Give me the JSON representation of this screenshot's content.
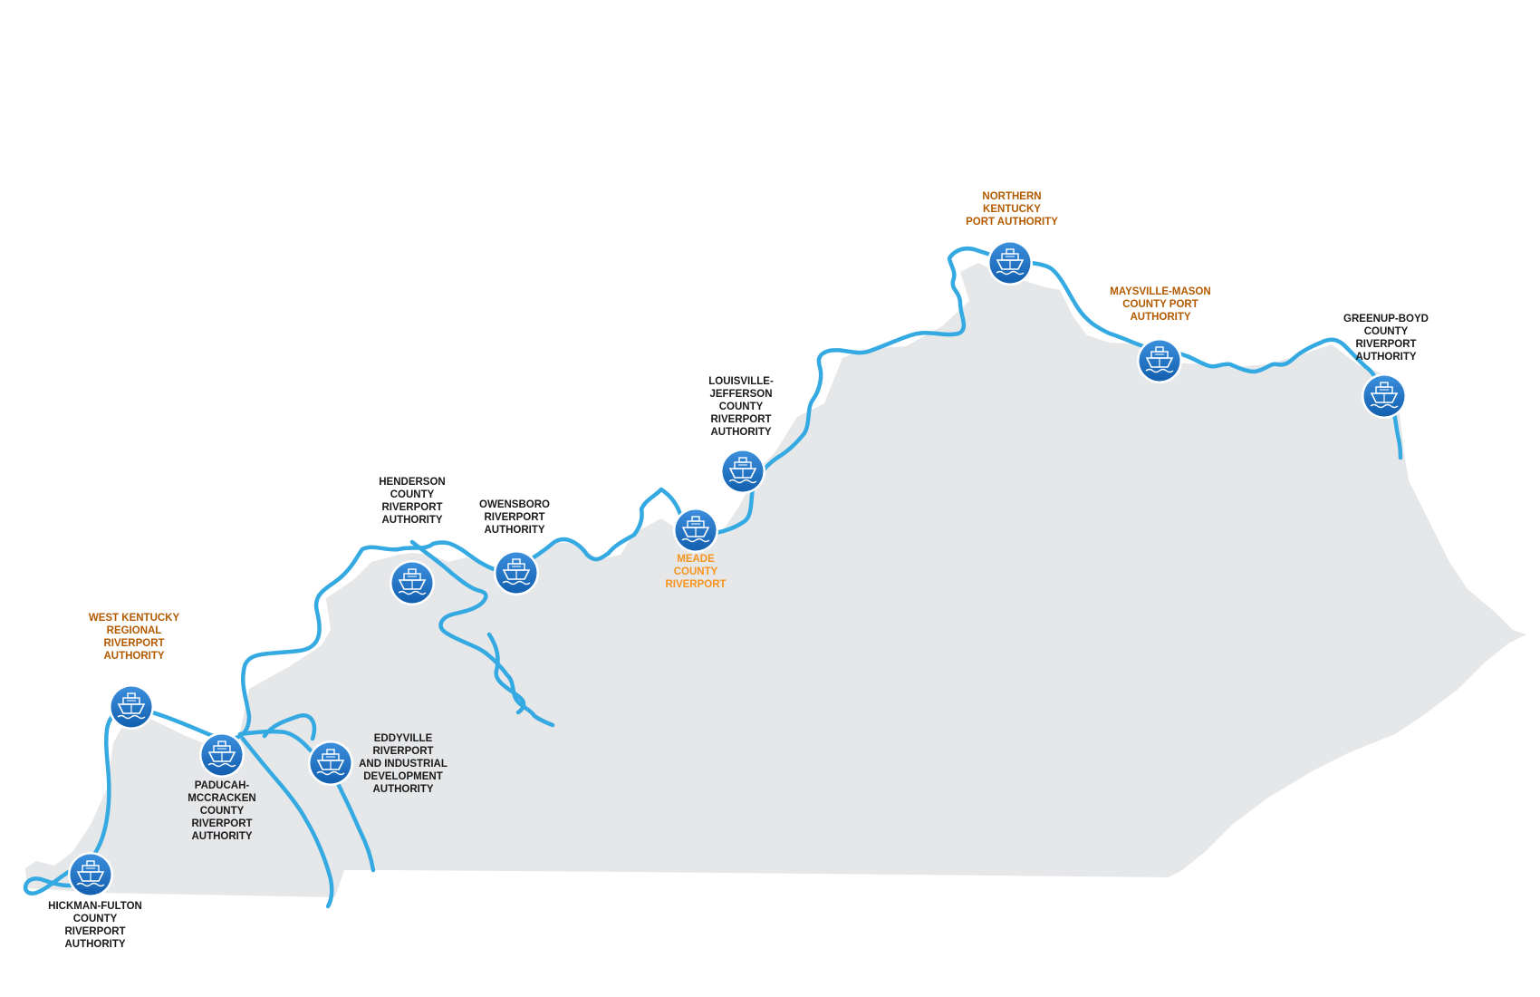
{
  "map": {
    "region": "Kentucky",
    "colors": {
      "state_fill": "#e6e7e9",
      "river": "#35a9e1",
      "port_icon": "#1f73c4",
      "label_dark": "#1a1a1a",
      "label_orange": "#b35a00",
      "label_light_orange": "#f7941d"
    },
    "icon": "ship-icon",
    "ports": [
      {
        "id": "hickman-fulton",
        "label": [
          "HICKMAN-FULTON",
          "COUNTY",
          "RIVERPORT",
          "AUTHORITY"
        ],
        "label_color": "#1a1a1a"
      },
      {
        "id": "west-kentucky",
        "label": [
          "WEST KENTUCKY",
          "REGIONAL",
          "RIVERPORT",
          "AUTHORITY"
        ],
        "label_color": "#b35a00"
      },
      {
        "id": "paducah-mccracken",
        "label": [
          "PADUCAH-",
          "MCCRACKEN",
          "COUNTY",
          "RIVERPORT",
          "AUTHORITY"
        ],
        "label_color": "#1a1a1a"
      },
      {
        "id": "eddyville",
        "label": [
          "EDDYVILLE",
          "RIVERPORT",
          "AND INDUSTRIAL",
          "DEVELOPMENT",
          "AUTHORITY"
        ],
        "label_color": "#1a1a1a"
      },
      {
        "id": "henderson",
        "label": [
          "HENDERSON",
          "COUNTY",
          "RIVERPORT",
          "AUTHORITY"
        ],
        "label_color": "#1a1a1a"
      },
      {
        "id": "owensboro",
        "label": [
          "OWENSBORO",
          "RIVERPORT",
          "AUTHORITY"
        ],
        "label_color": "#1a1a1a"
      },
      {
        "id": "meade",
        "label": [
          "MEADE",
          "COUNTY",
          "RIVERPORT"
        ],
        "label_color": "#f7941d"
      },
      {
        "id": "louisville-jefferson",
        "label": [
          "LOUISVILLE-",
          "JEFFERSON",
          "COUNTY",
          "RIVERPORT",
          "AUTHORITY"
        ],
        "label_color": "#1a1a1a"
      },
      {
        "id": "northern-kentucky",
        "label": [
          "NORTHERN",
          "KENTUCKY",
          "PORT AUTHORITY"
        ],
        "label_color": "#b35a00"
      },
      {
        "id": "maysville-mason",
        "label": [
          "MAYSVILLE-MASON",
          "COUNTY PORT",
          "AUTHORITY"
        ],
        "label_color": "#b35a00"
      },
      {
        "id": "greenup-boyd",
        "label": [
          "GREENUP-BOYD",
          "COUNTY",
          "RIVERPORT",
          "AUTHORITY"
        ],
        "label_color": "#1a1a1a"
      }
    ]
  }
}
